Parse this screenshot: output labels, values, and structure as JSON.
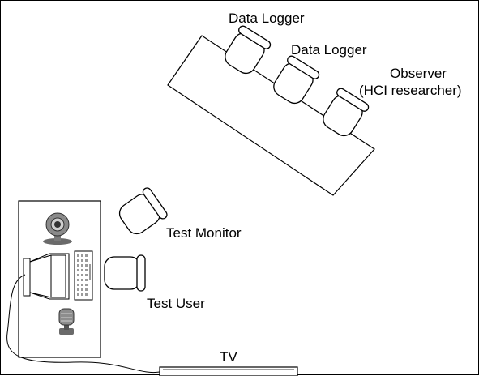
{
  "labels": {
    "data_logger_1": "Data Logger",
    "data_logger_2": "Data Logger",
    "observer_line1": "Observer",
    "observer_line2": "(HCI researcher)",
    "test_monitor": "Test Monitor",
    "test_user": "Test User",
    "tv": "TV"
  },
  "icons": {
    "webcam": "webcam-icon",
    "monitor": "monitor-icon",
    "keyboard": "keyboard-icon",
    "microphone": "microphone-icon",
    "chair": "chair-icon"
  },
  "colors": {
    "line": "#000000",
    "fill": "#ffffff",
    "icon_gray": "#7a7a7a"
  }
}
